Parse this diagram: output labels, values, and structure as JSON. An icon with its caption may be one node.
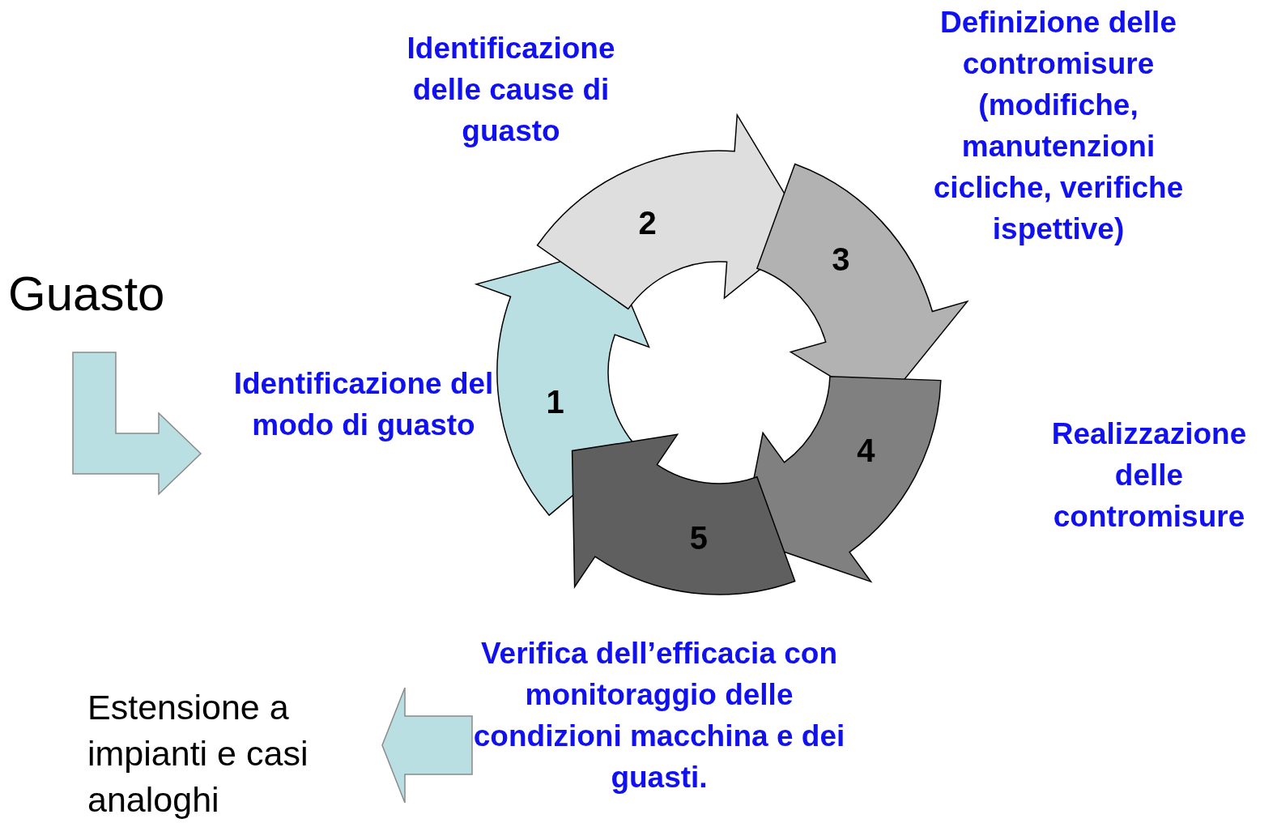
{
  "diagram": {
    "nodes": [
      {
        "text": [
          "Guasto"
        ]
      },
      {
        "text": [
          "Identificazione del modo di guasto"
        ]
      },
      {
        "text": [
          "Identificazione delle cause di guasto"
        ]
      },
      {
        "text": [
          "Definizione delle contromisure (modifiche, manutenzioni cicliche, verifiche ispettive)"
        ]
      },
      {
        "text": [
          "Realizzazione delle contromisure"
        ]
      },
      {
        "text": [
          "Verifica dell’efficacia con monitoraggio delle condizioni macchina e dei guasti."
        ]
      },
      {
        "text": [
          "Estensione a impianti e casi analoghi"
        ]
      }
    ],
    "edges": [
      {
        "from": 0,
        "to": 1,
        "arrow": "to"
      },
      {
        "from": 5,
        "to": 6,
        "arrow": "to"
      }
    ],
    "labels": [
      "1",
      "2",
      "3",
      "4",
      "5"
    ]
  }
}
